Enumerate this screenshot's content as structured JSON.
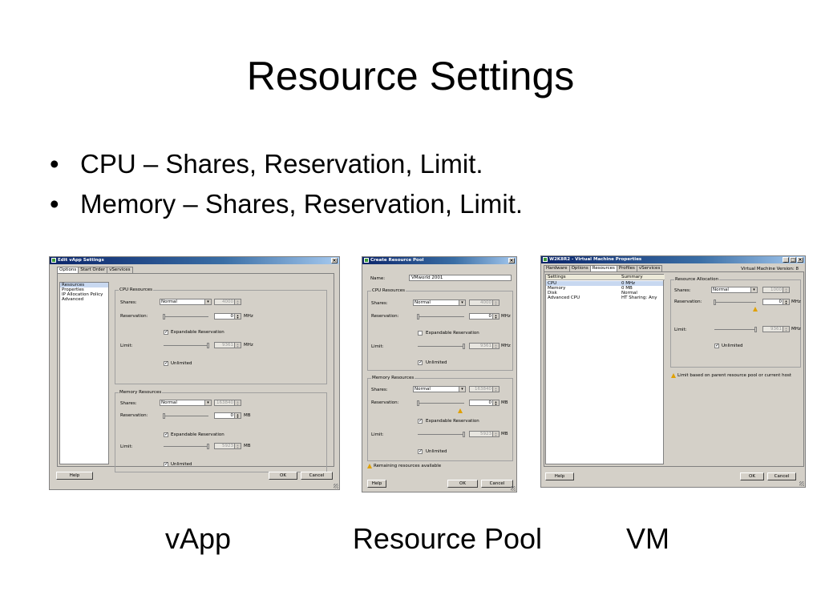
{
  "slide": {
    "title": "Resource Settings",
    "bullets": [
      "CPU – Shares, Reservation, Limit.",
      "Memory – Shares, Reservation, Limit."
    ],
    "captions": {
      "vapp": "vApp",
      "pool": "Resource Pool",
      "vm": "VM"
    }
  },
  "vapp": {
    "title": "Edit vApp Settings",
    "tabs": [
      "Options",
      "Start Order",
      "vServices"
    ],
    "nav": [
      "Resources",
      "Properties",
      "IP Allocation Policy",
      "Advanced"
    ],
    "cpu": {
      "legend": "CPU Resources",
      "shares_label": "Shares:",
      "shares": "Normal",
      "shares_value": "4000",
      "reservation_label": "Reservation:",
      "reservation": "0",
      "unit": "MHz",
      "expandable": "Expandable Reservation",
      "limit_label": "Limit:",
      "limit": "9361",
      "unlimited": "Unlimited"
    },
    "mem": {
      "legend": "Memory Resources",
      "shares_label": "Shares:",
      "shares": "Normal",
      "shares_value": "163840",
      "reservation_label": "Reservation:",
      "reservation": "0",
      "unit": "MB",
      "expandable": "Expandable Reservation",
      "limit_label": "Limit:",
      "limit": "5923",
      "unlimited": "Unlimited"
    },
    "help": "Help",
    "ok": "OK",
    "cancel": "Cancel"
  },
  "pool": {
    "title": "Create Resource Pool",
    "name_label": "Name:",
    "name": "VMworld 2001",
    "cpu": {
      "legend": "CPU Resources",
      "shares_label": "Shares:",
      "shares": "Normal",
      "shares_value": "4000",
      "reservation_label": "Reservation:",
      "reservation": "0",
      "unit": "MHz",
      "expandable": "Expandable Reservation",
      "limit_label": "Limit:",
      "limit": "9361",
      "unlimited": "Unlimited"
    },
    "mem": {
      "legend": "Memory Resources",
      "shares_label": "Shares:",
      "shares": "Normal",
      "shares_value": "163840",
      "reservation_label": "Reservation:",
      "reservation": "0",
      "unit": "MB",
      "expandable": "Expandable Reservation",
      "limit_label": "Limit:",
      "limit": "5923",
      "unlimited": "Unlimited"
    },
    "warning": "Remaining resources available",
    "help": "Help",
    "ok": "OK",
    "cancel": "Cancel"
  },
  "vm": {
    "title": "W2K8R2 - Virtual Machine Properties",
    "tabs": [
      "Hardware",
      "Options",
      "Resources",
      "Profiles",
      "vServices"
    ],
    "version": "Virtual Machine Version: 8",
    "col_settings": "Settings",
    "col_summary": "Summary",
    "rows": [
      {
        "setting": "CPU",
        "summary": "0 MHz"
      },
      {
        "setting": "Memory",
        "summary": "0 MB"
      },
      {
        "setting": "Disk",
        "summary": "Normal"
      },
      {
        "setting": "Advanced CPU",
        "summary": "HT Sharing: Any"
      }
    ],
    "alloc": {
      "legend": "Resource Allocation",
      "shares_label": "Shares:",
      "shares": "Normal",
      "shares_value": "1000",
      "reservation_label": "Reservation:",
      "reservation": "0",
      "unit": "MHz",
      "limit_label": "Limit:",
      "limit": "9361",
      "unlimited": "Unlimited"
    },
    "note": "Limit based on parent resource pool or current host",
    "help": "Help",
    "ok": "OK",
    "cancel": "Cancel"
  }
}
